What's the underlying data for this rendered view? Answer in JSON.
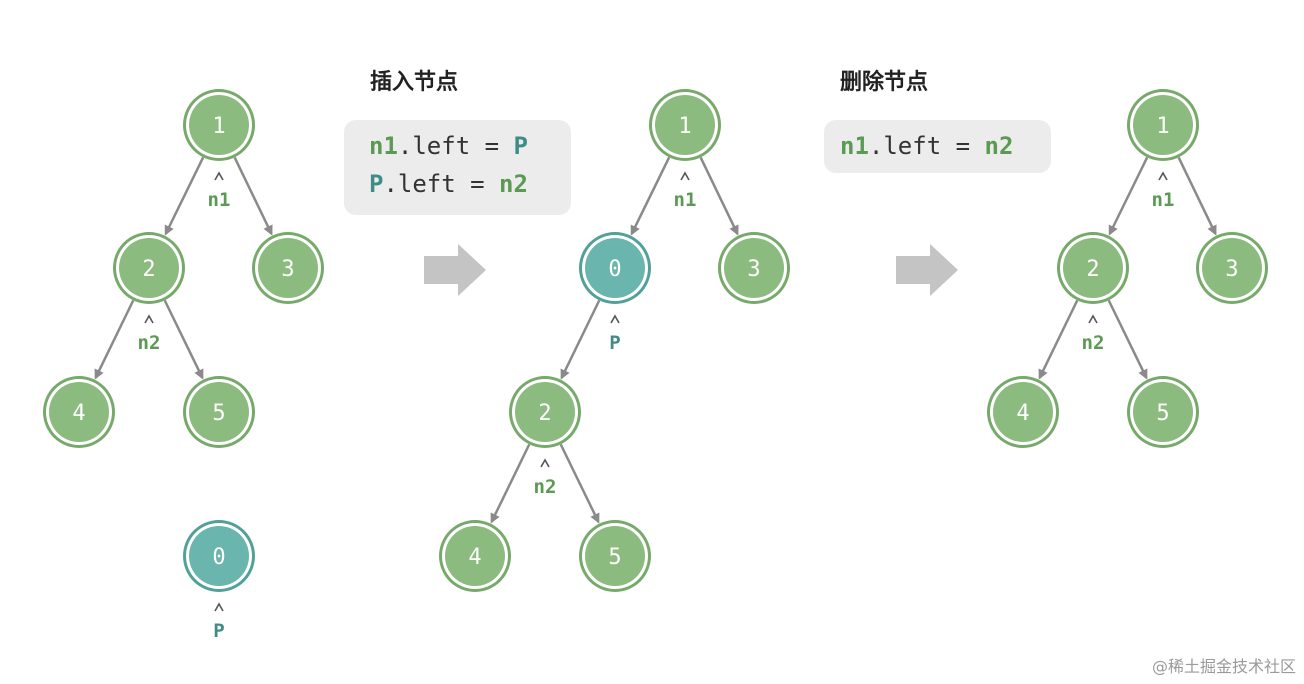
{
  "colors": {
    "node_green": "#8bbb7e",
    "node_teal": "#6ab5ae",
    "ring": "#ffffff",
    "outline_green": "#77a96b",
    "outline_teal": "#52a09a",
    "edge": "#8a8a8a",
    "code_bg": "#ececec",
    "ptr_green": "#5a9a52",
    "ptr_teal": "#3f8c87",
    "arrow": "#c4c4c4"
  },
  "headings": {
    "insert": "插入节点",
    "delete": "删除节点"
  },
  "code_insert": [
    {
      "a": "n1",
      "b": ".left = ",
      "c": "P",
      "c_color": "teal"
    },
    {
      "a": "P",
      "a_color": "teal",
      "b": ".left = ",
      "c": "n2"
    }
  ],
  "code_delete": [
    {
      "a": "n1",
      "b": ".left = ",
      "c": "n2"
    }
  ],
  "trees": [
    {
      "id": "before",
      "nodes": [
        {
          "id": "a1",
          "label": "1",
          "kind": "green"
        },
        {
          "id": "a2",
          "label": "2",
          "kind": "green"
        },
        {
          "id": "a3",
          "label": "3",
          "kind": "green"
        },
        {
          "id": "a4",
          "label": "4",
          "kind": "green"
        },
        {
          "id": "a5",
          "label": "5",
          "kind": "green"
        },
        {
          "id": "a0",
          "label": "0",
          "kind": "teal"
        }
      ],
      "edges": [
        [
          "a1",
          "a2"
        ],
        [
          "a1",
          "a3"
        ],
        [
          "a2",
          "a4"
        ],
        [
          "a2",
          "a5"
        ]
      ],
      "pointers": [
        {
          "node": "a1",
          "label": "n1",
          "color": "green"
        },
        {
          "node": "a2",
          "label": "n2",
          "color": "green"
        },
        {
          "node": "a0",
          "label": "P",
          "color": "teal"
        }
      ]
    },
    {
      "id": "inserted",
      "nodes": [
        {
          "id": "b1",
          "label": "1",
          "kind": "green"
        },
        {
          "id": "b0",
          "label": "0",
          "kind": "teal"
        },
        {
          "id": "b3",
          "label": "3",
          "kind": "green"
        },
        {
          "id": "b2",
          "label": "2",
          "kind": "green"
        },
        {
          "id": "b4",
          "label": "4",
          "kind": "green"
        },
        {
          "id": "b5",
          "label": "5",
          "kind": "green"
        }
      ],
      "edges": [
        [
          "b1",
          "b0"
        ],
        [
          "b1",
          "b3"
        ],
        [
          "b0",
          "b2"
        ],
        [
          "b2",
          "b4"
        ],
        [
          "b2",
          "b5"
        ]
      ],
      "pointers": [
        {
          "node": "b1",
          "label": "n1",
          "color": "green"
        },
        {
          "node": "b0",
          "label": "P",
          "color": "teal"
        },
        {
          "node": "b2",
          "label": "n2",
          "color": "green"
        }
      ]
    },
    {
      "id": "deleted",
      "nodes": [
        {
          "id": "c1",
          "label": "1",
          "kind": "green"
        },
        {
          "id": "c2",
          "label": "2",
          "kind": "green"
        },
        {
          "id": "c3",
          "label": "3",
          "kind": "green"
        },
        {
          "id": "c4",
          "label": "4",
          "kind": "green"
        },
        {
          "id": "c5",
          "label": "5",
          "kind": "green"
        }
      ],
      "edges": [
        [
          "c1",
          "c2"
        ],
        [
          "c1",
          "c3"
        ],
        [
          "c2",
          "c4"
        ],
        [
          "c2",
          "c5"
        ]
      ],
      "pointers": [
        {
          "node": "c1",
          "label": "n1",
          "color": "green"
        },
        {
          "node": "c2",
          "label": "n2",
          "color": "green"
        }
      ]
    }
  ],
  "watermark": "@稀土掘金技术社区"
}
